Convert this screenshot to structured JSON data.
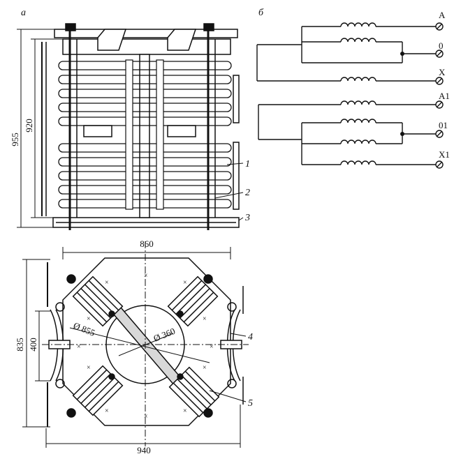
{
  "panel_labels": {
    "a": "а",
    "b": "б"
  },
  "side_view": {
    "dim_height_outer": "955",
    "dim_height_inner": "920",
    "callouts": [
      "1",
      "2",
      "3"
    ]
  },
  "top_view": {
    "dim_width_top": "860",
    "dim_width_bottom": "940",
    "dim_height_outer": "835",
    "dim_height_inner": "400",
    "dim_diameter_outer": "Ø 855",
    "dim_diameter_inner": "Ø 360",
    "callouts": [
      "4",
      "5"
    ]
  },
  "schematic": {
    "terminals": [
      "A",
      "0",
      "X",
      "A1",
      "01",
      "X1"
    ]
  }
}
